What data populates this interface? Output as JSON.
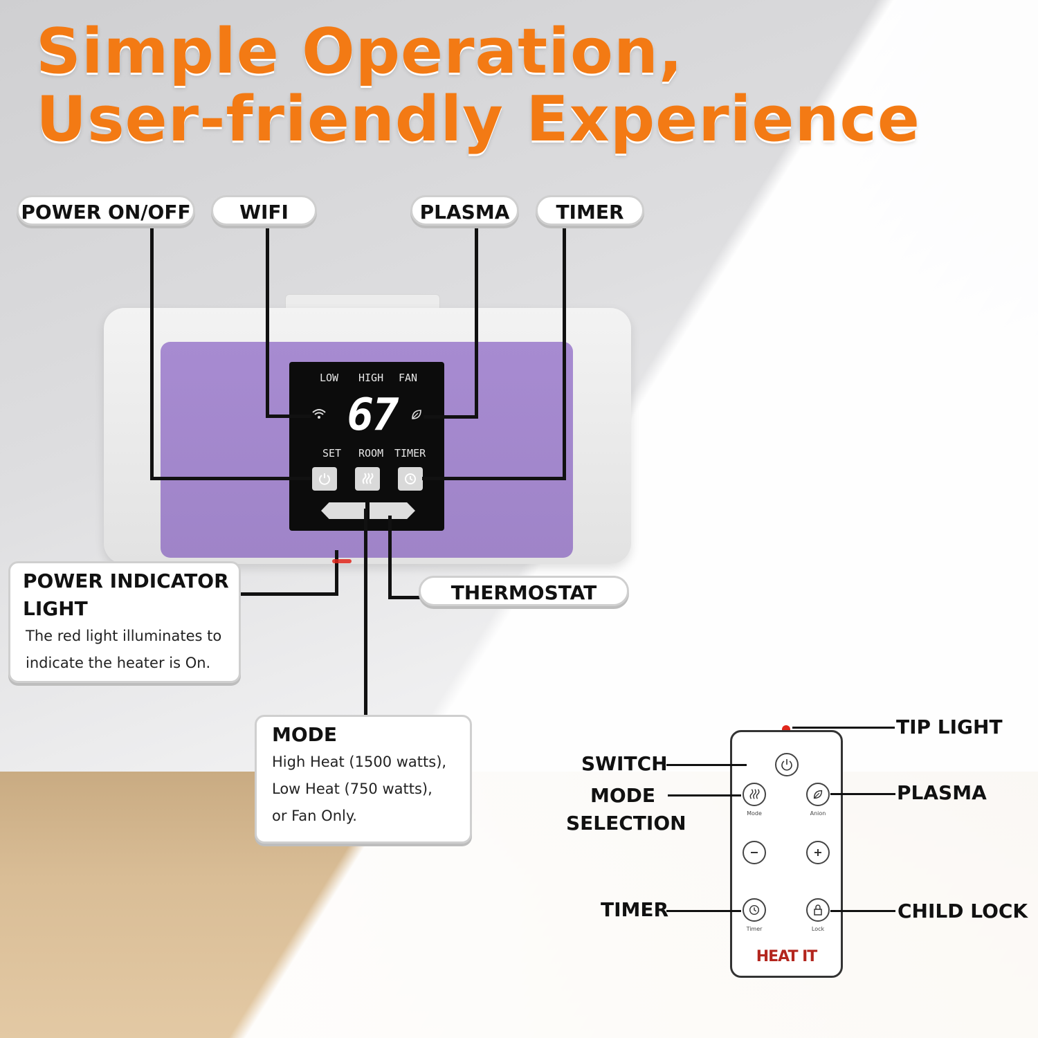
{
  "headline": {
    "line1": "Simple Operation,",
    "line2": "User-friendly Experience"
  },
  "callouts": {
    "power_on_off": "POWER ON/OFF",
    "wifi": "WIFI",
    "plasma": "PLASMA",
    "timer": "TIMER",
    "thermostat": "THERMOSTAT"
  },
  "power_indicator": {
    "title_line1": "POWER INDICATOR",
    "title_line2": "LIGHT",
    "desc_line1": "The red light illuminates to",
    "desc_line2": "indicate the heater is On."
  },
  "mode": {
    "title": "MODE",
    "line1": "High Heat (1500 watts),",
    "line2": "Low Heat (750 watts),",
    "line3": "or Fan Only."
  },
  "display": {
    "low": "LOW",
    "high": "HIGH",
    "fan": "FAN",
    "temperature": "67",
    "set": "SET",
    "room": "ROOM",
    "timer": "TIMER"
  },
  "remote": {
    "tip_light": "TIP LIGHT",
    "switch": "SWITCH",
    "mode_selection_line1": "MODE",
    "mode_selection_line2": "SELECTION",
    "plasma": "PLASMA",
    "timer": "TIMER",
    "child_lock": "CHILD LOCK",
    "btn_mode_label": "Mode",
    "btn_anion_label": "Anion",
    "btn_timer_label": "Timer",
    "btn_lock_label": "Lock",
    "brand": "HEAT IT"
  },
  "colors": {
    "headline": "#f37a14",
    "heater_face": "#a78bd1",
    "indicator_red": "#e0261b",
    "brand": "#b3261e"
  },
  "icons": [
    "power-icon",
    "wifi-icon",
    "leaf-icon",
    "mode-heat-icon",
    "timer-clock-icon",
    "minus-icon",
    "plus-icon",
    "lock-icon"
  ]
}
